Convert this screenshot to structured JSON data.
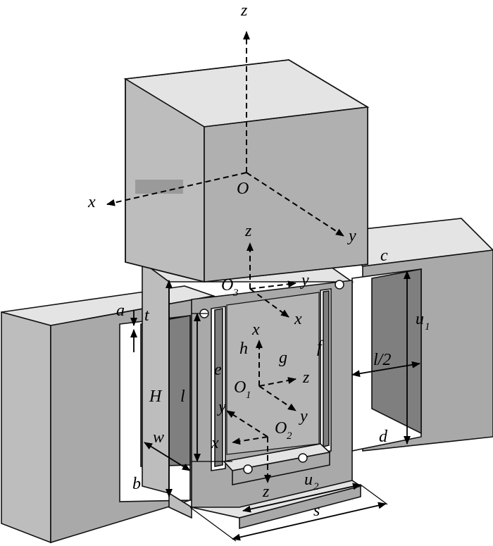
{
  "labels": {
    "z_main": "z",
    "x_main": "x",
    "y_main": "y",
    "O": "O",
    "z3": "z",
    "O3_base": "O",
    "O3_sub": "3",
    "y3": "y",
    "x3": "x",
    "c": "c",
    "a": "a",
    "t": "t",
    "u1_base": "u",
    "u1_sub": "1",
    "x1": "x",
    "h": "h",
    "g": "g",
    "f": "f",
    "e": "e",
    "l_half": "l/2",
    "O1_base": "O",
    "O1_sub": "1",
    "z1": "z",
    "y1": "y",
    "H": "H",
    "l": "l",
    "y2": "y",
    "O2_base": "O",
    "O2_sub": "2",
    "w": "w",
    "x2": "x",
    "d": "d",
    "b": "b",
    "z2": "z",
    "u2_base": "u",
    "u2_sub": "2",
    "s": "s"
  },
  "colors": {
    "front": "#a9a9a9",
    "top": "#e4e4e4",
    "side": "#bdbdbd",
    "dark": "#7f7f7f"
  }
}
